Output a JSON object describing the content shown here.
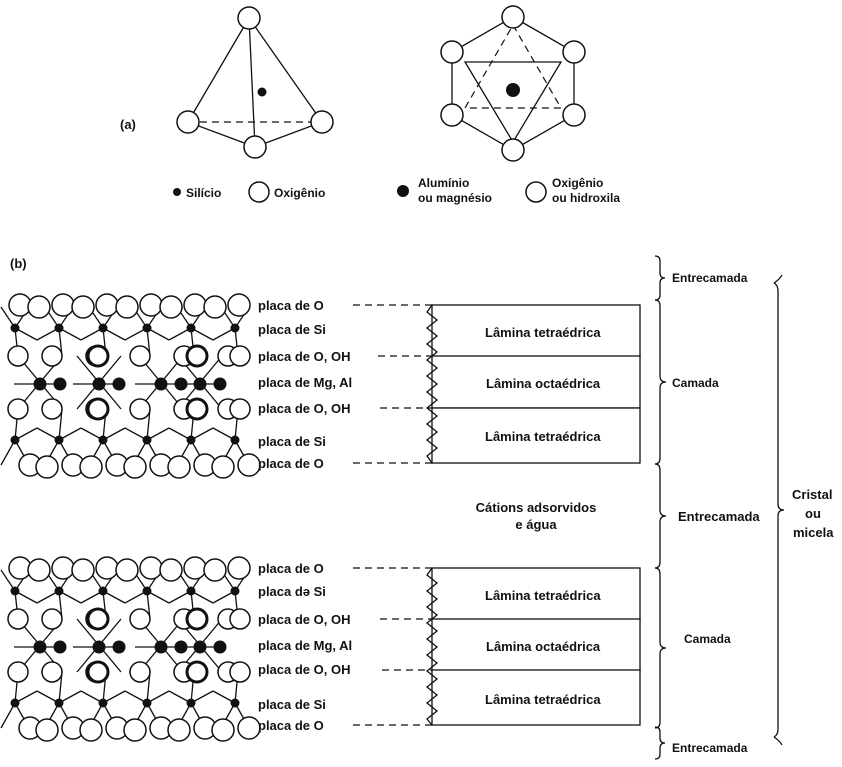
{
  "part_a": {
    "label": "(a)",
    "legend_tetra_dot": "Silício",
    "legend_tetra_circle": "Oxigênio",
    "legend_octa_dot_line1": "Alumínio",
    "legend_octa_dot_line2": "ou magnésio",
    "legend_octa_circle_line1": "Oxigênio",
    "legend_octa_circle_line2": "ou hidroxila"
  },
  "part_b": {
    "label": "(b)",
    "layer1": {
      "plates": [
        "placa de O",
        "placa de Si",
        "placa de O, OH",
        "placa de Mg, Al",
        "placa de O, OH",
        "placa de Si",
        "placa de O"
      ],
      "sheets": [
        "Lâmina tetraédrica",
        "Lâmina octaédrica",
        "Lâmina tetraédrica"
      ]
    },
    "layer2": {
      "plates": [
        "placa de O",
        "placa dә Si",
        "placa de O, OH",
        "placa de Mg, Al",
        "placa de O, OH",
        "placa de Si",
        "placa de O"
      ],
      "sheets": [
        "Lâmina tetraédrica",
        "Lâmina octaédrica",
        "Lâmina tetraédrica"
      ]
    },
    "interlayer_line1": "Cátions adsorvidos",
    "interlayer_line2": "e água",
    "brace_entrecamada": "Entrecamada",
    "brace_camada": "Camada",
    "crystal_line1": "Cristal",
    "crystal_line2": "ou",
    "crystal_line3": "micela"
  }
}
